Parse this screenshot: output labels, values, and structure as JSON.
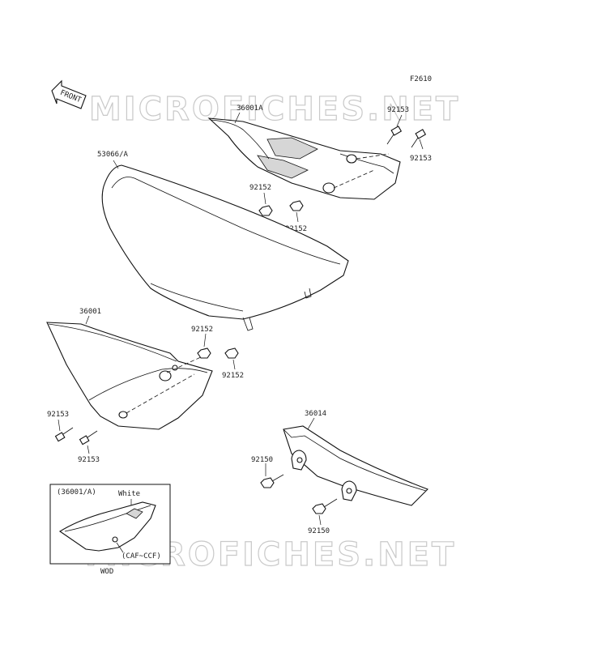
{
  "figure_code": "F2610",
  "front_label": "FRONT",
  "watermarks": [
    "MICROFICHES.NET",
    "MICROFICHES.NET"
  ],
  "part_labels": {
    "tail_cover_upper": "36001A",
    "seat": "53066/A",
    "side_cover": "36001",
    "chain_cover": "36014",
    "bolt_a1": "92153",
    "bolt_a2": "92153",
    "bolt_b1": "92153",
    "bolt_b2": "92153",
    "nut_a1": "92152",
    "nut_a2": "92152",
    "nut_b1": "92152",
    "nut_b2": "92152",
    "bolt_c1": "92150",
    "bolt_c2": "92150"
  },
  "inset": {
    "part": "(36001/A)",
    "color_note": "White",
    "model_note": "(CAF~CCF)",
    "variant": "WOD"
  }
}
